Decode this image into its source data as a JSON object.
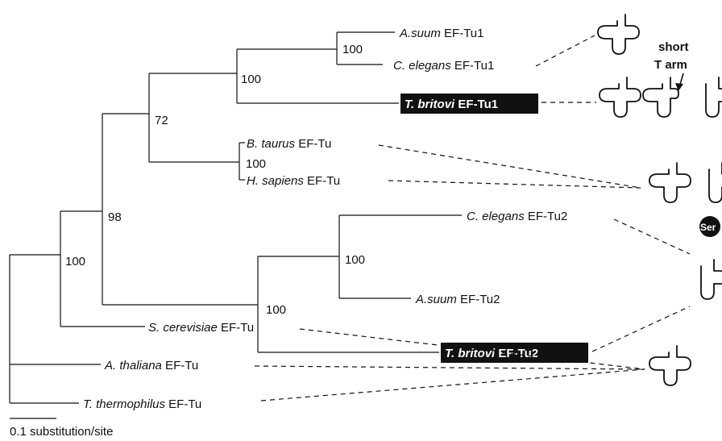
{
  "taxa": {
    "asuum_tu1": {
      "species": "A.suum",
      "gene": " EF-Tu1"
    },
    "celegans_tu1": {
      "species": "C. elegans",
      "gene": " EF-Tu1"
    },
    "tbritovi_tu1": {
      "species": "T. britovi",
      "gene": " EF-Tu1"
    },
    "btaurus": {
      "species": "B. taurus",
      "gene": " EF-Tu"
    },
    "hsapiens": {
      "species": "H. sapiens",
      "gene": " EF-Tu"
    },
    "celegans_tu2": {
      "species": "C. elegans",
      "gene": " EF-Tu2"
    },
    "asuum_tu2": {
      "species": "A.suum",
      "gene": " EF-Tu2"
    },
    "tbritovi_tu2": {
      "species": "T. britovi",
      "gene": " EF-Tu2"
    },
    "scerevisiae": {
      "species": "S. cerevisiae",
      "gene": " EF-Tu"
    },
    "athaliana": {
      "species": "A. thaliana",
      "gene": " EF-Tu"
    },
    "tthermophilus": {
      "species": "T. thermophilus",
      "gene": " EF-Tu"
    }
  },
  "bootstrap": {
    "asuum_celegans_tu1": "100",
    "nematode_tu1": "100",
    "tu1_mammal": "72",
    "mammal": "100",
    "tu1_tu2": "98",
    "tu2_inner": "100",
    "tu2": "100",
    "animal_yeast": "100"
  },
  "annotation": {
    "line1": "short",
    "line2": "T arm"
  },
  "ser_badge": "Ser",
  "scale_bar": {
    "label": "0.1 substitution/site"
  }
}
